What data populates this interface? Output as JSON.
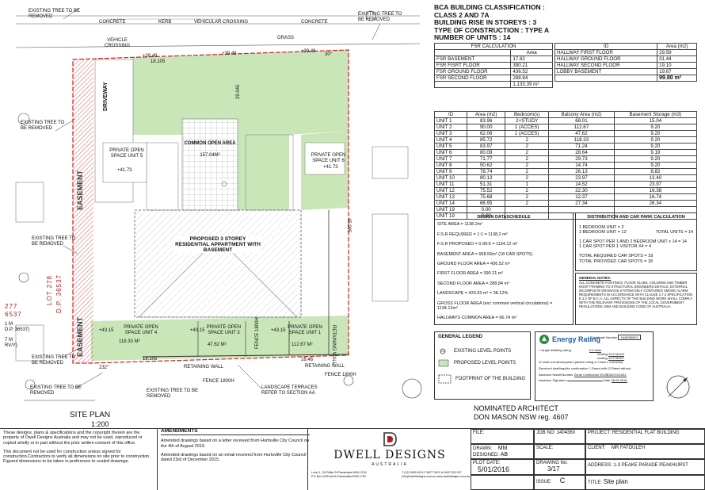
{
  "site_labels": {
    "street_labels": [
      "CONCRETE",
      "KERB",
      "VEHICULAR CROSSING",
      "CONCRETE",
      "GRASS"
    ],
    "vehicle_crossing": "VEHICLE CROSSING",
    "driveway": "DRIVEWAY",
    "easement": "EASEMENT",
    "existing_tree_left": [
      "EXISTING TREE TO BE REMOVED",
      "EXISTING TREE TO BE REMOVED",
      "EXISTING TREE TO BE REMOVED",
      "EXISTING TREE TO BE REMOVED",
      "EXISTING TREE TO BE REMOVED"
    ],
    "existing_tree_right": [
      "EXISTING TREE TO BE REMOVED",
      "EXISTING TREE TO BE REMOVED"
    ],
    "landscape_terraces": "LANDSCAPE TERRACES REFER TO SECTION AA",
    "common_open_area": "COMMON OPEN AREA",
    "common_open_area_size": "157.04m²",
    "proposed_building": "PROPOSED 3 STOREY RESIDENTIAL APPARTMENT WITH BASEMENT",
    "private_open_spaces": [
      "PRIVATE OPEN SPACE UNIT 5",
      "PRIVATE OPEN SPACE UNIT 6",
      "PRIVATE OPEN SPACE UNIT 4",
      "PRIVATE OPEN SPACE UNIT 3",
      "PRIVATE OPEN SPACE UNIT 1"
    ],
    "areas": [
      "118.33 m²",
      "47.62 m²",
      "112.67 m²"
    ],
    "levels": [
      "+41.73",
      "+41.73",
      "+43.15",
      "+43.15",
      "+43.15",
      "+39.49",
      "+39.49",
      "+39.48"
    ],
    "dimensions": [
      "18.105",
      "30°",
      "18.105",
      "232°",
      "18.46",
      "45.095",
      "29.045"
    ],
    "retaining": [
      "RETAINING WALL",
      "RETAINING WALL",
      "RETAINING WALL"
    ],
    "fences": [
      "FENCE 1800H",
      "FENCE 1800H",
      "FENCE 1800H"
    ],
    "lot_text": [
      "LOT 278",
      "D.P. 36537"
    ],
    "lot_left": [
      "277",
      "6537"
    ],
    "dp_small": [
      "1 m",
      "D.P. 36537)",
      "7 m",
      "RV/Y)"
    ],
    "site_plan": "SITE PLAN",
    "scale": "1:200"
  },
  "bca": {
    "lines": [
      "BCA BUILDING CLASSIFICATION :",
      "CLASS 2 AND 7A",
      "BUILDING RISE IN STOREYS : 3",
      "TYPE OF CONSTRUCTION : TYPE A",
      "NUMBER OF UNITS : 14"
    ]
  },
  "fsr": {
    "title": "FSR CALCULATION",
    "header": "Area",
    "rows": [
      [
        "FSR BASEMENT",
        "17.82"
      ],
      [
        "FSR FISRT FLOOR",
        "390.21"
      ],
      [
        "FSR GROUND FLOOR",
        "436.52"
      ],
      [
        "FSR SECOND FLOOR",
        "288.84"
      ]
    ],
    "total": "1,133.39 m²"
  },
  "common": {
    "headers": [
      "ID",
      "Area (m2)"
    ],
    "rows": [
      [
        "HALLWAY FIRST FLOOR",
        "29.59"
      ],
      [
        "HALLWAY GROUND FLOOR",
        "31.44"
      ],
      [
        "HALLWAY SECOND FLOOR",
        "19.10"
      ],
      [
        "LOBBY BASEMENT",
        "19.67"
      ]
    ],
    "total": "99.80 m²"
  },
  "units": {
    "headers": [
      "ID",
      "Area (m2)",
      "Bedroom(s)",
      "Balcony Area (m2)",
      "Basement Storage (m3)"
    ],
    "rows": [
      [
        "UNIT 1",
        "83.96",
        "2+STUDY",
        "68.01",
        "15.04"
      ],
      [
        "UNIT 2",
        "90.00",
        "1 (ACCES)",
        "112.67",
        "9.20"
      ],
      [
        "UNIT 3",
        "62.06",
        "1 (ACCES)",
        "47.62",
        "9.20"
      ],
      [
        "UNIT 4",
        "85.72",
        "2",
        "118.33",
        "9.20"
      ],
      [
        "UNIT 5",
        "83.97",
        "2",
        "71.24",
        "9.20"
      ],
      [
        "UNIT 6",
        "80.09",
        "2",
        "28.64",
        "9.19"
      ],
      [
        "UNIT 7",
        "71.77",
        "2",
        "29.73",
        "9.20"
      ],
      [
        "UNIT 8",
        "50.62",
        "2",
        "14.74",
        "9.20"
      ],
      [
        "UNIT 9",
        "78.74",
        "2",
        "26.13",
        "8.82"
      ],
      [
        "UNIT 10",
        "80.13",
        "2",
        "23.97",
        "13.40"
      ],
      [
        "UNIT 11",
        "51.31",
        "1",
        "14.52",
        "23.97"
      ],
      [
        "UNIT 12",
        "75.52",
        "2",
        "22.30",
        "16.38"
      ],
      [
        "UNIT 13",
        "75.68",
        "2",
        "12.37",
        "16.74"
      ],
      [
        "UNIT 14",
        "66.95",
        "2",
        "27.34",
        "26.34"
      ],
      [
        "UNIT 19",
        "0.00",
        "",
        "",
        ""
      ],
      [
        "UNIT 19",
        "0.00",
        "",
        "",
        ""
      ]
    ]
  },
  "design": {
    "title": "DESIGN DATASCHEDULE",
    "lines": [
      "SITE AREA = 1138.2m²",
      "F.S.R REQUIRED = 1:1 = 1138.2 m²",
      "F.S.R PROPOSED = 0.99:6 = 1134.12 m²",
      "BASEMENT AREA = 668.56m² (18 CAR SPOTS)",
      "GROUND FLOOR AREA = 436.52 m²",
      "FIRST FLOOR AREA = 390.21 m²",
      "SECOND FLOOR AREA = 288.84 m²",
      "LANDSCAPE = 433.93 m² = 38.12%",
      "GROSS FLOOR AREA (exc common vertical circulations) = 1134.12m²",
      "HALLWAYS COMMON AREA = 96.74 m²"
    ]
  },
  "distribution": {
    "title": "DISTRIBUTION AND CAR PARK CALCULATION",
    "line1": "1 BEDROOM UNIT = 2",
    "line2": "2 BEDROOM UNIT = 12",
    "total_units": "TOTAL UNITS = 14",
    "line3": "1 CAR SPOT PER 1 AND 2 BEDROOM UNIT x 14 = 14",
    "line4": "1 CAR SPOT PER 1 VISITOR X4 = 4",
    "line5": "TOTAL REQUIRED CAR SPOTS = 18",
    "line6": "TOTAL PROVIDED CAR SPOTS = 18"
  },
  "general_notes": {
    "title": "GENERAL NOTES:",
    "text": "ALL CONCRETE FOOTINGS, FLOOR SLABS, COLUMNS AND TIMBER ROOF FRAMING TO STRUCTURAL ENGINEERS DETAILS. EXTERNAL INCOMPLETE DRAINAGE SYSTEM SELF CONTAINED SMOKE ALARM REQUIREMENTS IN ACCORDANCE WITH CLAUSE 3.7.2 SPECIFICATION E 2.2 OF B.C.A. ALL ASPECTS OF THE BUILDING WORK SHALL COMPLY WITH THE RELEVANT PROVISIONS OF THE LOCAL GOVERNMENT REGULATIONS 1993 AND BUILDING CODE OF AUSTRALIA."
  },
  "legend": {
    "title": "GENERAL LEGEND",
    "items": [
      "EXISTING LEVEL POINTS",
      "PROPOSED LEVEL POINTS",
      "FOOTPRINT OF THE BUILDING"
    ]
  },
  "energy": {
    "title": "Energy Rating",
    "certificate_label": "Certificate Number",
    "certificate": "1646380001",
    "rating_label": "single dwelling rating",
    "rating": "6.0 stars",
    "heating_label": "heating",
    "heating": "29.2 MJ/m²",
    "cooling_label": "cooling",
    "cooling": "14.5 MJ/m²",
    "multi": "multi unit development (attach rating or Class 2 checklist)",
    "received": "Received dwelling/site confirmation",
    "rated_with": "Rated with",
    "rated_without": "Rated without",
    "assessor_label": "Assessor Name/Number",
    "assessor": "Zoran Cvetkovski   VIC/BDAV/13/1641",
    "signature_label": "Assessor Signature",
    "date_label": "Date",
    "date": "28.09.2015"
  },
  "architect": {
    "line1": "NOMINATED ARCHITECT",
    "line2": "DON MASON NSW reg. 4607"
  },
  "disclaimer": {
    "p1": "These designs, plans & specifications and the copyright therein are the property of Dwell Designs Australia and may not be used, reproduced or copied wholly or in part without the prior written consent of this office.",
    "p2": "This document not be used for construction unless signed for construction.Contractors to verify all dimensions on site prior to construction. Figured dimensions to be taken in preference to scaled drawings."
  },
  "amendments": {
    "title": "AMENDMENTS",
    "a1": "Amended drawings based on a letter received from Hurtsville City Council on the 4th of August 2015.",
    "a2": "Amended drawings based on an email received from Hurtsville City Council dated 23rd of December 2015."
  },
  "company": {
    "name": "DWELL DESIGNS",
    "sub": "AUSTRALIA",
    "address1": "Level 1, 26 Phillip St Parramatta NSW 2150",
    "address2": "P.O Box 2295 North Parramatta NSW 1750",
    "phone": "T (02) 9630 8114   F 8677 3621   M 0407 833 007",
    "email": "info@dwelldesigns.com.au   www.dwelldesigns.com.au"
  },
  "titleblock": {
    "file_label": "FILE:",
    "job_label": "JOB NO:",
    "job": "1404360",
    "project_label": "PROJECT:",
    "project": "RESIDENTIAL FLAT BUILDING",
    "drawn_label": "DRAWN:",
    "drawn": "MM",
    "designed_label": "DESIGNED:",
    "designed": "AB",
    "scale_label": "SCALE:",
    "client_label": "CLIENT:",
    "client": "MR FATOULEH",
    "plot_label": "PLOT DATE:",
    "plot": "5/01/2016",
    "drawing_label": "DRAWING No:",
    "drawing": "3/17",
    "address_label": "ADDRESS:",
    "address": "1-3 PEAKE PARADE PEAKHURST",
    "issue_label": "ISSUE",
    "issue": "C",
    "title_label": "TITLE:",
    "title": "Site plan"
  },
  "colors": {
    "landscape": "#c9e6b9",
    "boundary": "#cc2222",
    "easement": "#e6a3a3",
    "energy_green": "#2d8a3e",
    "energy_blue": "#1f5ea8"
  }
}
